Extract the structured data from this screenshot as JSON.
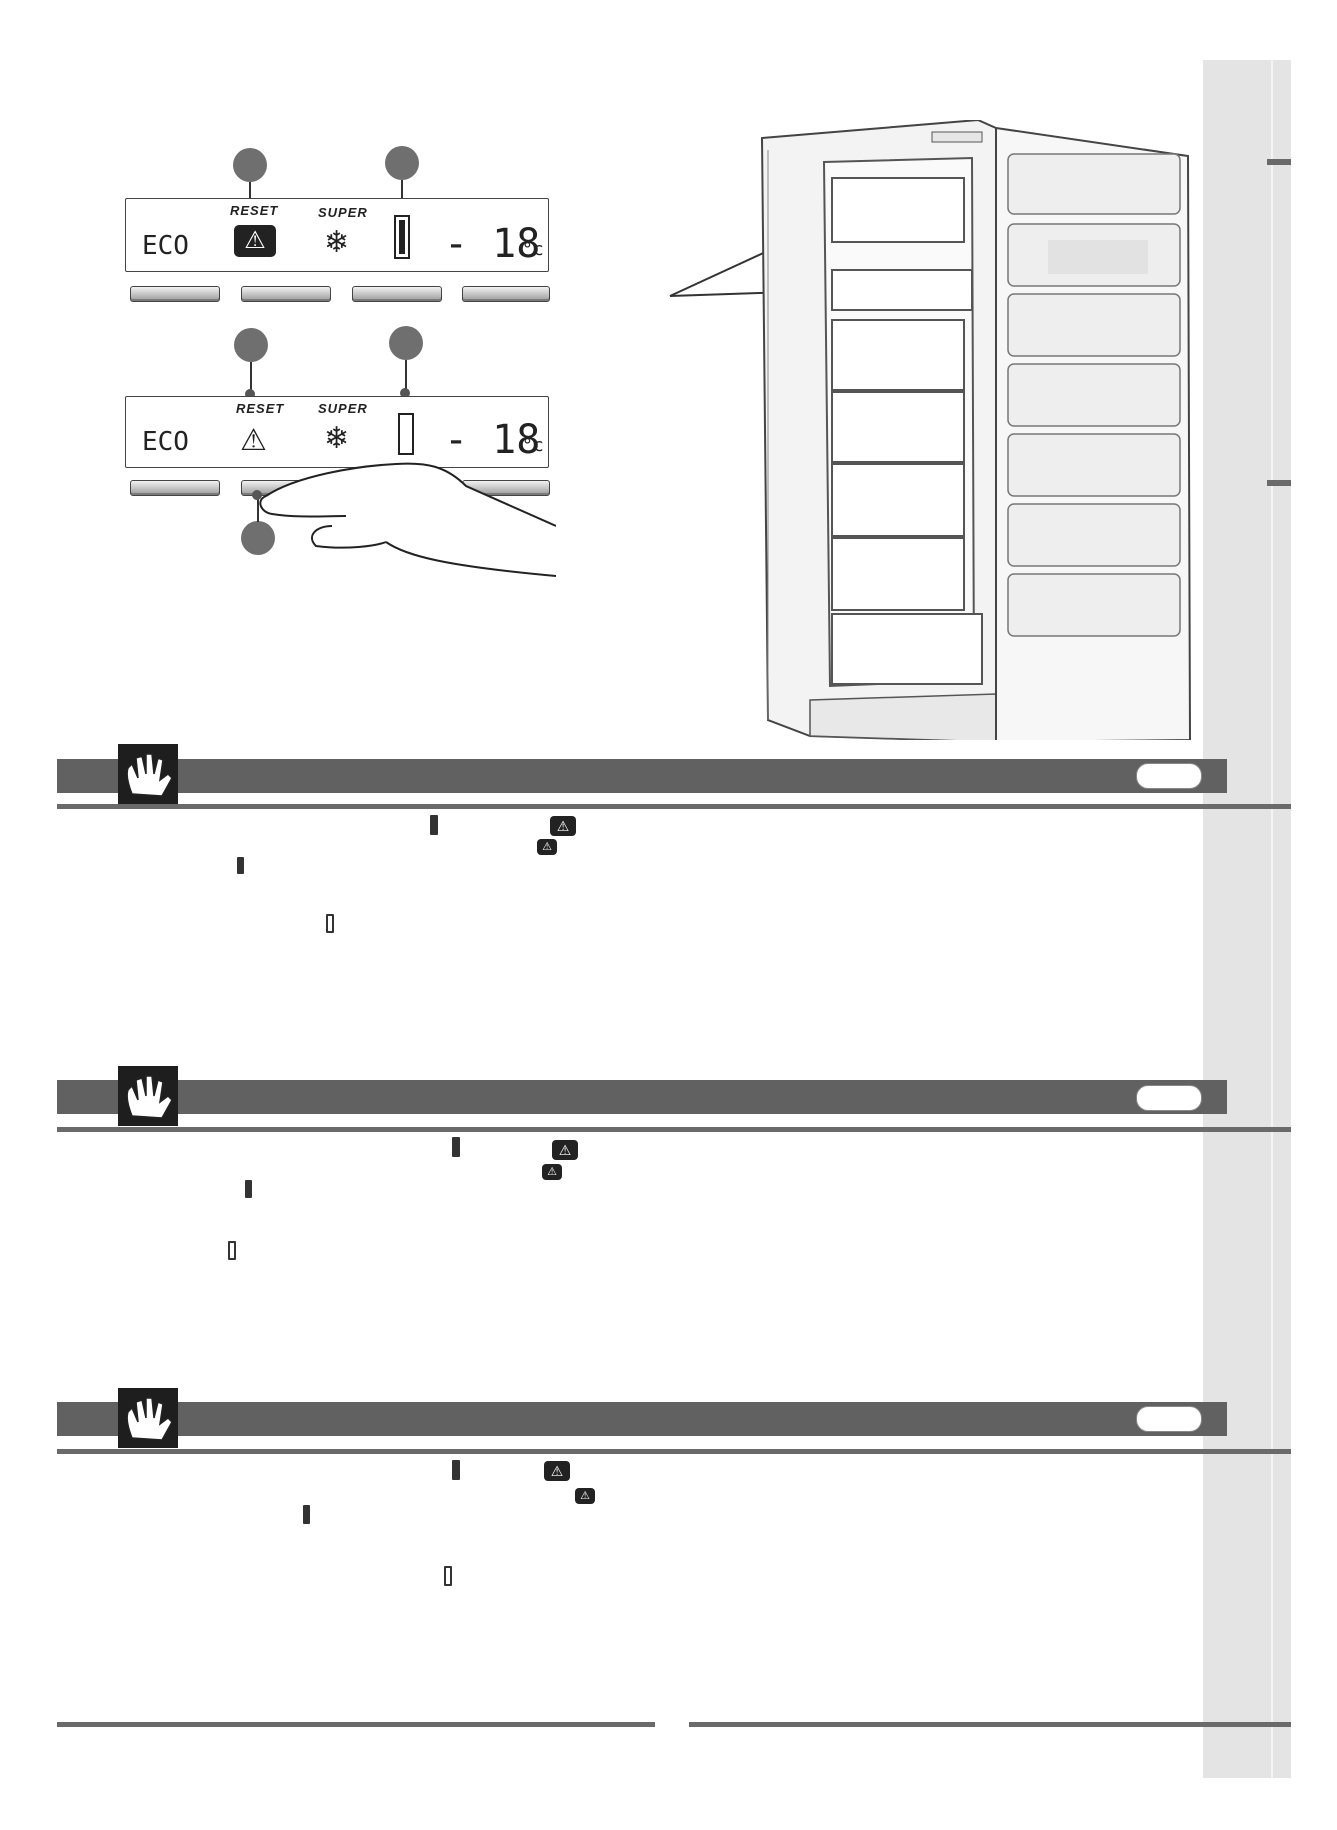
{
  "panels": [
    {
      "eco": "ECO",
      "reset": "RESET",
      "super": "SUPER",
      "temp": "- 18",
      "unit": "°c"
    },
    {
      "eco": "ECO",
      "reset": "RESET",
      "super": "SUPER",
      "temp": "- 18",
      "unit": "°c"
    }
  ],
  "icons": {
    "warning": "⚠",
    "snowflake": "❄"
  },
  "colors": {
    "header_bar": "#616161",
    "hand_box": "#1e1e1e",
    "side_strip": "#e4e4e4"
  }
}
